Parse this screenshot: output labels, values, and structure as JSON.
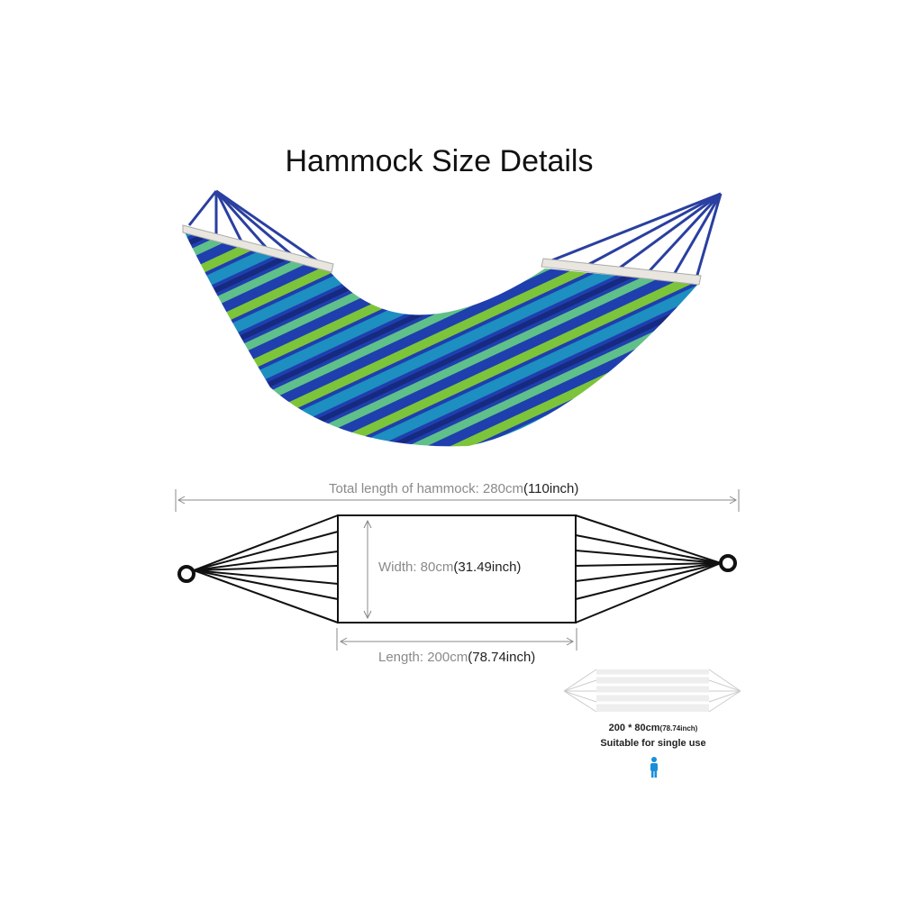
{
  "title": "Hammock Size Details",
  "total_length": {
    "label": "Total length of hammock: 280cm",
    "inch": "(110inch)"
  },
  "width": {
    "label": "Width: 80cm",
    "inch": "(31.49inch)"
  },
  "length": {
    "label": "Length: 200cm",
    "inch": "(78.74inch)"
  },
  "single": {
    "size": "200 * 80cm",
    "inch": "(78.74inch)",
    "note": "Suitable for single use"
  },
  "colors": {
    "blue": "#1f3fae",
    "green": "#7cc43a",
    "teal": "#1d8fc0",
    "person": "#1a8fd8"
  }
}
